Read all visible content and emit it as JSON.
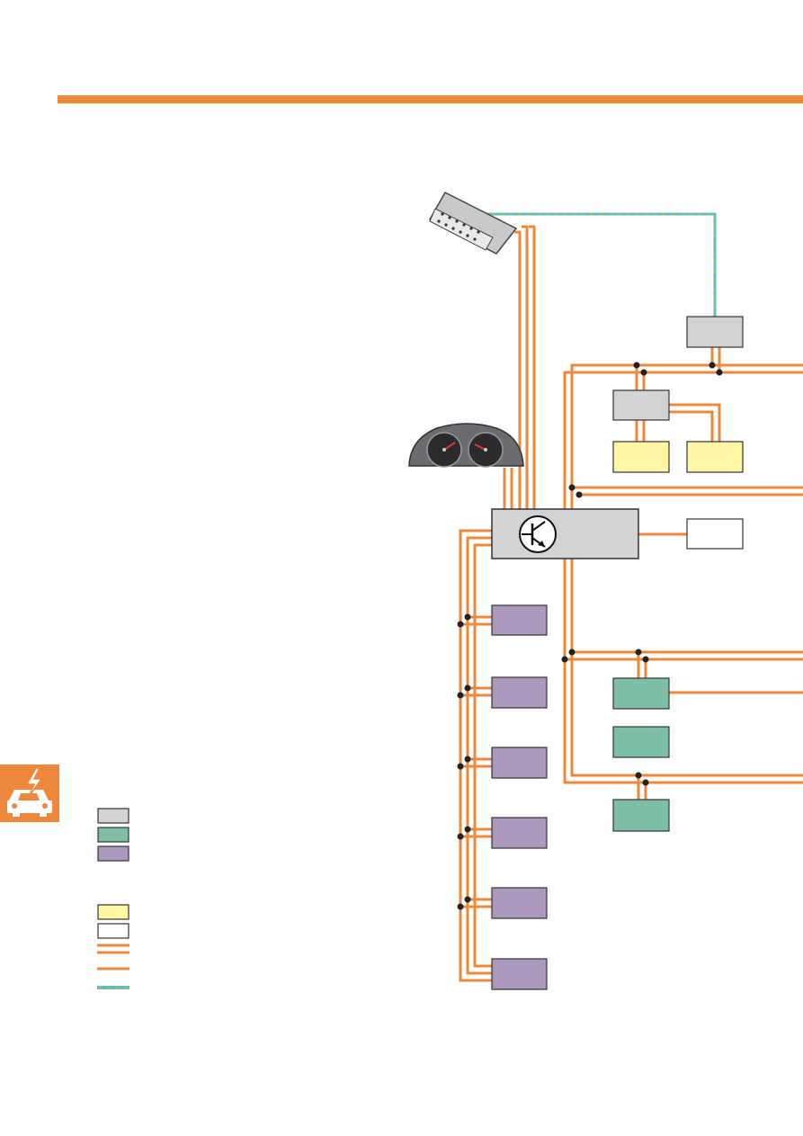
{
  "colors": {
    "accent_orange": "#f0883c",
    "module_grey": "#d2d3d5",
    "module_green": "#7dbfa5",
    "module_purple": "#ac98bd",
    "module_yellow": "#fff6a3",
    "module_white": "#ffffff",
    "diagnostic_line_blue": "#5fb8d9",
    "diagnostic_line_green": "#7cc08f"
  },
  "icons": {
    "side_tab": "car-electrical-icon",
    "diagnostic_connector": "obd-connector-icon",
    "instrument_cluster": "instrument-cluster-icon",
    "gateway_symbol": "transistor-symbol-icon"
  },
  "legend": {
    "swatches": [
      "module_grey",
      "module_green",
      "module_purple",
      "module_yellow",
      "module_white"
    ],
    "lines": [
      "two-wire-bus",
      "single-wire-bus",
      "diagnostic-line"
    ]
  }
}
